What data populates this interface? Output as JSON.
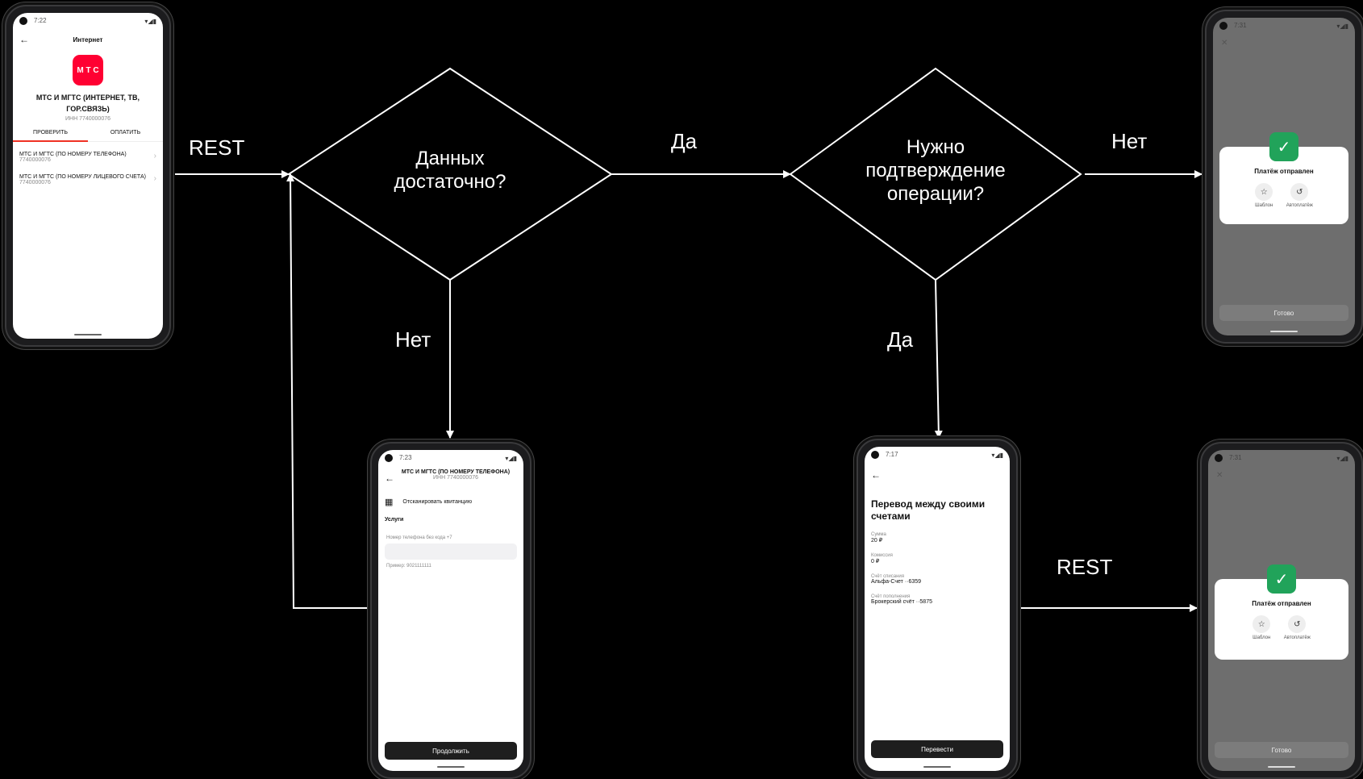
{
  "diagram": {
    "decision1": "Данных достаточно?",
    "decision2": "Нужно подтверждение операции?",
    "edge_rest_1": "REST",
    "edge_yes_1": "Да",
    "edge_no_1": "Нет",
    "edge_yes_2": "Да",
    "edge_no_2": "Нет",
    "edge_rest_2": "REST"
  },
  "screen1": {
    "time": "7:22",
    "title": "Интернет",
    "logo_text": "М Т С",
    "logo_color": "#ff0032",
    "provider": "МТС И МГТС (ИНТЕРНЕТ, ТВ, ГОР.СВЯЗЬ)",
    "inn": "ИНН 7740000076",
    "tabs": [
      "ПРОВЕРИТЬ",
      "ОПЛАТИТЬ"
    ],
    "items": [
      {
        "name": "МТС И МГТС (ПО НОМЕРУ ТЕЛЕФОНА)",
        "sub": "7740000076"
      },
      {
        "name": "МТС И МГТС (ПО НОМЕРУ ЛИЦЕВОГО СЧЕТА)",
        "sub": "7740000076"
      }
    ]
  },
  "screen2": {
    "time": "7:23",
    "title": "МТС И МГТС (ПО НОМЕРУ ТЕЛЕФОНА)",
    "inn": "ИНН 7740000076",
    "scan": "Отсканировать квитанцию",
    "section": "Услуги",
    "field_label": "Номер телефона без кода +7",
    "hint": "Пример: 9021111111",
    "button": "Продолжить"
  },
  "screen3": {
    "time": "7:17",
    "title": "Перевод между своими счетами",
    "fields": [
      {
        "label": "Сумма",
        "value": "20 ₽"
      },
      {
        "label": "Комиссия",
        "value": "0 ₽"
      },
      {
        "label": "Счёт списания",
        "value": "Альфа-Счет ··6359"
      },
      {
        "label": "Счёт пополнения",
        "value": "Брокерский счёт ··5875"
      }
    ],
    "button": "Перевести"
  },
  "success": {
    "time": "7:31",
    "title": "Платёж отправлен",
    "action1": "Шаблон",
    "action2": "Автоплатёж",
    "done": "Готово",
    "check_color": "#21a35a"
  }
}
